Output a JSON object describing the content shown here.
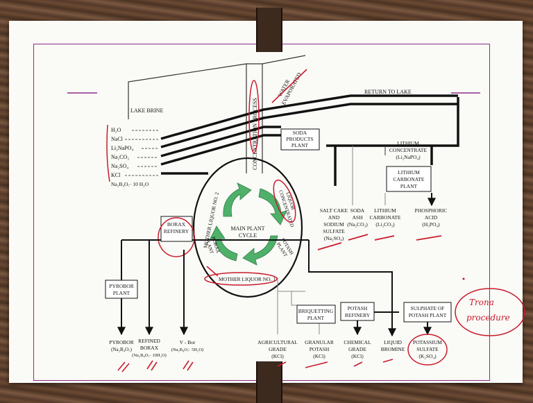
{
  "lake_brine": "LAKE BRINE",
  "return_to_lake": "RETURN TO LAKE",
  "water_evaporated": [
    "WATER",
    "EVAPORATED"
  ],
  "concentration_process": "CONCENTRATION  PROCESS",
  "brine_components": [
    "H₂O",
    "NaCl",
    "Li₂NaPO₄",
    "Na₂CO₃",
    "Na₂SO₄",
    "KCl",
    "Na₂B₄O₇· 10 H₂O"
  ],
  "soda_products_plant": [
    "SODA",
    "PRODUCTS",
    "PLANT"
  ],
  "lithium_concentrate": [
    "LITHIUM",
    "CONCENTRATE",
    "(Li₂NaPO₄)"
  ],
  "lithium_carbonate_plant": [
    "LITHIUM",
    "CARBONATE",
    "PLANT"
  ],
  "products_right": [
    {
      "lines": [
        "SALT CAKE",
        "AND",
        "SODIUM",
        "SULFATE",
        "(Na₂SO₄)"
      ]
    },
    {
      "lines": [
        "SODA",
        "ASH",
        "(Na₂CO₃)"
      ]
    },
    {
      "lines": [
        "LITHIUM",
        "CARBONATE",
        "(Li₂CO₃)"
      ]
    },
    {
      "lines": [
        "PHOSPHORIC",
        "ACID",
        "(H₃PO₄)"
      ]
    }
  ],
  "cycle": {
    "mother_liquor_2": "MOTHER LIQUOR NO. 2",
    "concentrated_liquor": [
      "CONCENTRATED",
      "LIQUOR"
    ],
    "main_plant_cycle": [
      "MAIN PLANT",
      "CYCLE"
    ],
    "borax_plant": [
      "BORAX",
      "PLANT"
    ],
    "potash_plant": [
      "POTASH",
      "PLANT"
    ],
    "mother_liquor_1": "MOTHER LIQUOR NO. 1"
  },
  "borax_refinery": [
    "BORAX",
    "REFINERY"
  ],
  "pyrobor_plant": [
    "PYROBOR",
    "PLANT"
  ],
  "products_left": [
    {
      "lines": [
        "PYROBOR",
        "(Na₂B₄O₇)"
      ]
    },
    {
      "lines": [
        "REFINED",
        "BORAX",
        "(Na₂B₄O₇· 10H₂O)"
      ]
    },
    {
      "lines": [
        "V - Bor",
        "(Na₂B₄O₇· 5H₂O)"
      ]
    }
  ],
  "briquetting_plant": [
    "BRIQUETTING",
    "PLANT"
  ],
  "potash_refinery": [
    "POTASH",
    "REFINERY"
  ],
  "sulphate_of_potash_plant": [
    "SULPHATE OF",
    "POTASH PLANT"
  ],
  "products_bottom": [
    {
      "lines": [
        "AGRICULTURAL",
        "GRADE",
        "(KCl)"
      ]
    },
    {
      "lines": [
        "GRANULAR",
        "POTASH",
        "(KCl)"
      ]
    },
    {
      "lines": [
        "CHEMICAL",
        "GRADE",
        "(KCl)"
      ]
    },
    {
      "lines": [
        "LIQUID",
        "BROMINE"
      ]
    },
    {
      "lines": [
        "POTASSIUM",
        "SULFATE",
        "(K₂SO₄)"
      ]
    }
  ],
  "annotation": [
    "Trona",
    "procedure"
  ],
  "colors": {
    "frame": "#8a2c88",
    "ink": "#c81b2a",
    "cycle_arrows": "#4fb06a"
  }
}
